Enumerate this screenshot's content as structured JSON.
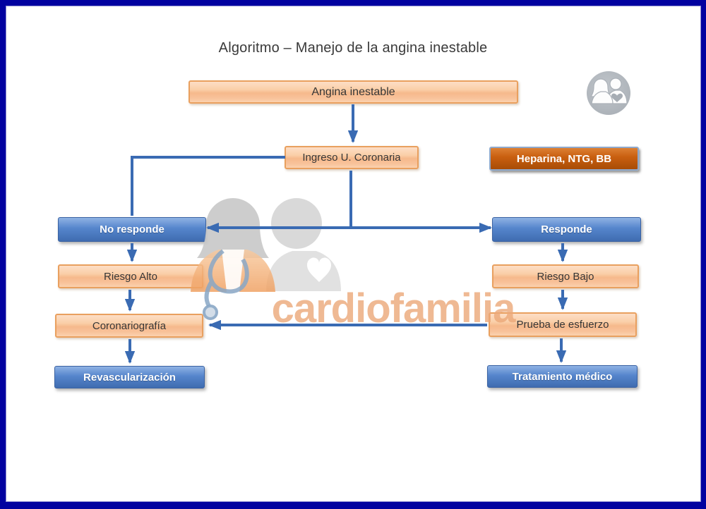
{
  "slide": {
    "title": "Algoritmo – Manejo de la angina inestable"
  },
  "nodes": {
    "angina": "Angina inestable",
    "ingreso": "Ingreso U. Coronaria",
    "heparina": "Heparina, NTG, BB",
    "no_responde": "No responde",
    "responde": "Responde",
    "riesgo_alto": "Riesgo Alto",
    "riesgo_bajo": "Riesgo Bajo",
    "coronariografia": "Coronariografía",
    "prueba": "Prueba de esfuerzo",
    "revascularizacion": "Revascularización",
    "tratamiento": "Tratamiento médico"
  },
  "watermark": {
    "brand": "cardiofamilia"
  },
  "icons": {
    "logo": "people-couple-with-heart"
  },
  "colors": {
    "frame": "#0202A0",
    "arrow": "#3A6BB3",
    "orange_box_border": "#E9A05F",
    "orange_box_fill": "#F6B98C",
    "blue_box_fill": "#4F7FC6",
    "dark_orange_fill": "#C95F10",
    "watermark_text": "#EBA878",
    "title_text": "#3A3A3A"
  }
}
